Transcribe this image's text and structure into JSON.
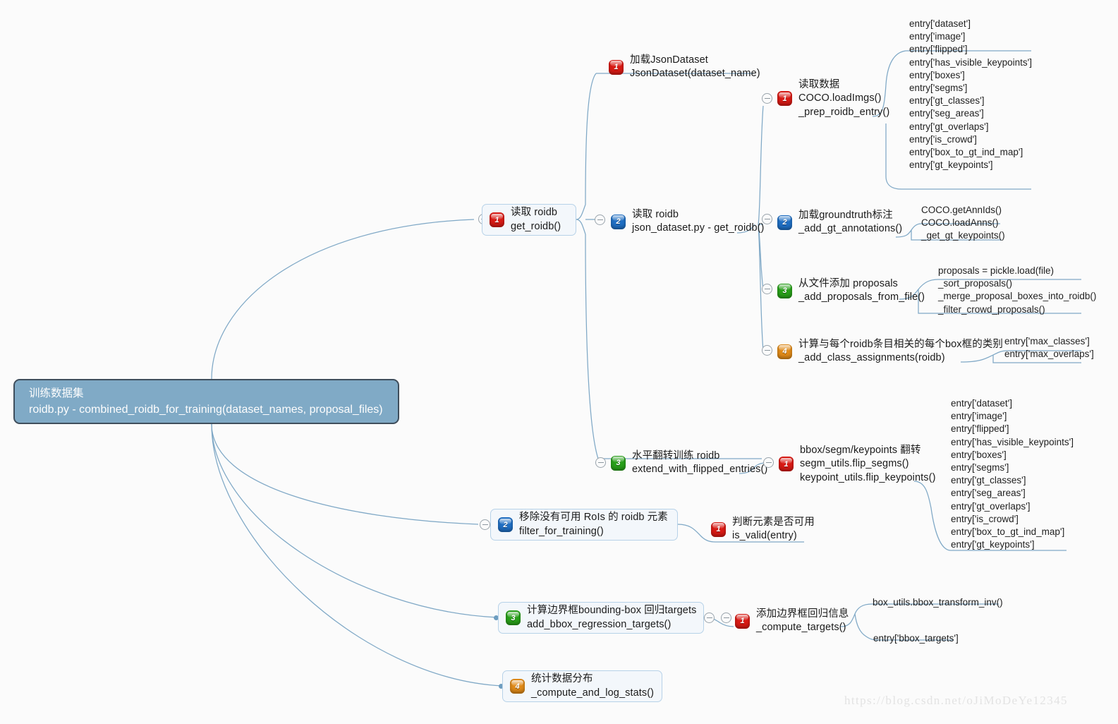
{
  "watermark": "https://blog.csdn.net/oJiMoDeYe12345",
  "root": {
    "title": "训练数据集",
    "subtitle": "roidb.py - combined_roidb_for_training(dataset_names, proposal_files)"
  },
  "colors": {
    "root_fill": "#80aac6",
    "root_border": "#3f4e5c",
    "node_fill": "#f3f7fb",
    "node_border": "#b7d2e8",
    "edge": "#7fa8c6",
    "badge_red": "#d91a14",
    "badge_blue": "#1f6fc4",
    "badge_green": "#28a019",
    "badge_orange": "#e08a18"
  },
  "nodes": {
    "get_roidb": {
      "badge": "1",
      "line1": "读取 roidb",
      "line2": "get_roidb()"
    },
    "json_dataset_get_roidb": {
      "badge": "2",
      "line1": "读取 roidb",
      "line2": "json_dataset.py - get_roidb()"
    },
    "load_jsondataset": {
      "badge": "1",
      "line1": "加载JsonDataset",
      "line2": "JsonDataset(dataset_name)"
    },
    "read_data": {
      "badge": "1",
      "line1": "读取数据",
      "line2": "COCO.loadImgs()",
      "line3": "_prep_roidb_entry()"
    },
    "gt_annotations": {
      "badge": "2",
      "line1": "加载groundtruth标注",
      "line2": "_add_gt_annotations()"
    },
    "proposals_from_file": {
      "badge": "3",
      "line1": "从文件添加 proposals",
      "line2": "_add_proposals_from_file()"
    },
    "class_assignments": {
      "badge": "4",
      "line1": "计算与每个roidb条目相关的每个box框的类别",
      "line2": "_add_class_assignments(roidb)"
    },
    "flipped_entries": {
      "badge": "3",
      "line1": "水平翻转训练 roidb",
      "line2": "extend_with_flipped_entries()"
    },
    "flip_utils": {
      "badge": "1",
      "line1": "bbox/segm/keypoints 翻转",
      "line2": "segm_utils.flip_segms()",
      "line3": "keypoint_utils.flip_keypoints()"
    },
    "filter_for_training": {
      "badge": "2",
      "line1": "移除没有可用 RoIs 的 roidb 元素",
      "line2": "filter_for_training()"
    },
    "is_valid": {
      "badge": "1",
      "line1": "判断元素是否可用",
      "line2": "is_valid(entry)"
    },
    "bbox_regression_targets": {
      "badge": "3",
      "line1": "计算边界框bounding-box 回归targets",
      "line2": "add_bbox_regression_targets()"
    },
    "compute_targets": {
      "badge": "1",
      "line1": "添加边界框回归信息",
      "line2": "_compute_targets()"
    },
    "compute_and_log_stats": {
      "badge": "4",
      "line1": "统计数据分布",
      "line2": "_compute_and_log_stats()"
    }
  },
  "leaf_lists": {
    "prep_entry_fields": [
      "entry['dataset']",
      "entry['image']",
      "entry['flipped']",
      "entry['has_visible_keypoints']",
      "entry['boxes']",
      "entry['segms']",
      "entry['gt_classes']",
      "entry['seg_areas']",
      "entry['gt_overlaps']",
      "entry['is_crowd']",
      "entry['box_to_gt_ind_map']",
      "entry['gt_keypoints']"
    ],
    "gt_annotation_calls": [
      "COCO.getAnnIds()",
      "COCO.loadAnns()",
      "_get_gt_keypoints()"
    ],
    "proposal_calls": [
      "proposals = pickle.load(file)",
      "_sort_proposals()",
      "_merge_proposal_boxes_into_roidb()",
      "_filter_crowd_proposals()"
    ],
    "class_assignment_fields": [
      "entry['max_classes']",
      "entry['max_overlaps']"
    ],
    "flipped_entry_fields": [
      "entry['dataset']",
      "entry['image']",
      "entry['flipped']",
      "entry['has_visible_keypoints']",
      "entry['boxes']",
      "entry['segms']",
      "entry['gt_classes']",
      "entry['seg_areas']",
      "entry['gt_overlaps']",
      "entry['is_crowd']",
      "entry['box_to_gt_ind_map']",
      "entry['gt_keypoints']"
    ],
    "bbox_transform": [
      "box_utils.bbox_transform_inv()"
    ],
    "bbox_targets": [
      "entry['bbox_targets']"
    ]
  }
}
